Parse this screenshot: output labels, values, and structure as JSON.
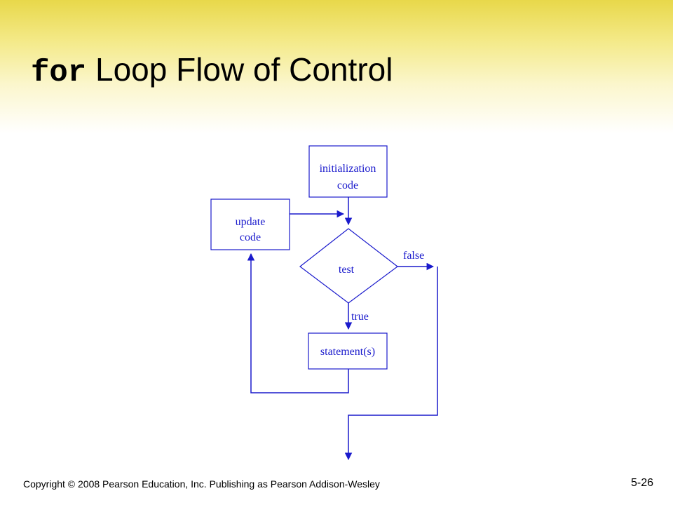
{
  "slide": {
    "title_keyword": "for",
    "title_rest": "Loop Flow of Control",
    "copyright": "Copyright © 2008 Pearson Education, Inc. Publishing as Pearson Addison-Wesley",
    "slide_number": "5-26"
  },
  "diagram": {
    "init_line1": "initialization",
    "init_line2": "code",
    "update_line1": "update",
    "update_line2": "code",
    "test_label": "test",
    "statement_label": "statement(s)",
    "false_label": "false",
    "true_label": "true",
    "stroke_color": "#1a1acc"
  }
}
